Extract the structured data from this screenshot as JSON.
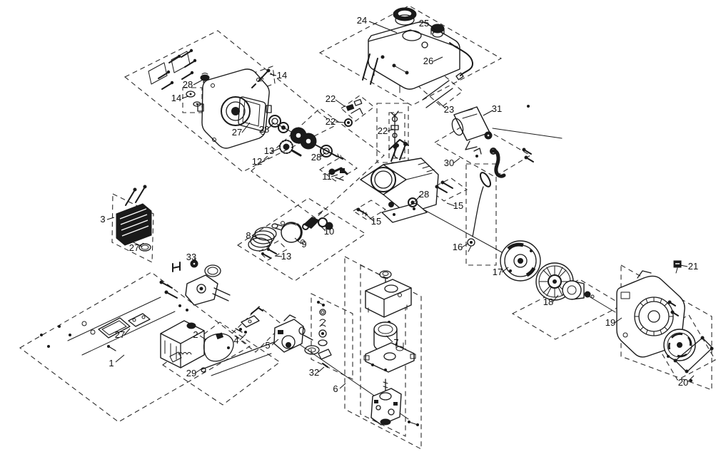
{
  "colors": {
    "background": "#ffffff",
    "diagram_line": "#1a1a1a"
  },
  "callouts": [
    {
      "label": "24"
    },
    {
      "label": "25"
    },
    {
      "label": "26"
    },
    {
      "label": "28"
    },
    {
      "label": "14"
    },
    {
      "label": "14"
    },
    {
      "label": "27"
    },
    {
      "label": "28"
    },
    {
      "label": "22"
    },
    {
      "label": "22"
    },
    {
      "label": "22"
    },
    {
      "label": "23"
    },
    {
      "label": "13"
    },
    {
      "label": "12"
    },
    {
      "label": "28"
    },
    {
      "label": "11"
    },
    {
      "label": "31"
    },
    {
      "label": "30"
    },
    {
      "label": "3"
    },
    {
      "label": "27"
    },
    {
      "label": "33"
    },
    {
      "label": "8"
    },
    {
      "label": "9"
    },
    {
      "label": "10"
    },
    {
      "label": "13"
    },
    {
      "label": "28"
    },
    {
      "label": "15"
    },
    {
      "label": "15"
    },
    {
      "label": "16"
    },
    {
      "label": "17"
    },
    {
      "label": "18"
    },
    {
      "label": "19"
    },
    {
      "label": "21"
    },
    {
      "label": "20"
    },
    {
      "label": "27"
    },
    {
      "label": "1"
    },
    {
      "label": "2"
    },
    {
      "label": "29"
    },
    {
      "label": "4"
    },
    {
      "label": "5"
    },
    {
      "label": "32"
    },
    {
      "label": "6"
    },
    {
      "label": "7"
    }
  ]
}
